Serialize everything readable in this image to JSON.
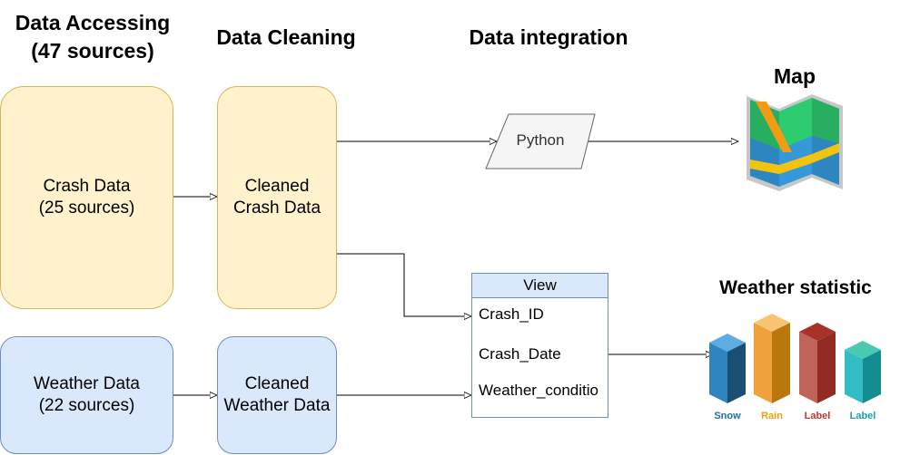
{
  "headings": {
    "accessing_line1": "Data Accessing",
    "accessing_line2": "(47 sources)",
    "cleaning": "Data Cleaning",
    "integration": "Data integration",
    "map": "Map",
    "weather_statistic": "Weather statistic"
  },
  "nodes": {
    "crash_data": {
      "line1": "Crash Data",
      "line2": "(25 sources)"
    },
    "weather_data": {
      "line1": "Weather Data",
      "line2": "(22 sources)"
    },
    "cleaned_crash": {
      "line1": "Cleaned",
      "line2": "Crash Data"
    },
    "cleaned_weather": {
      "line1": "Cleaned",
      "line2": "Weather Data"
    },
    "python": "Python"
  },
  "view": {
    "title": "View",
    "fields": [
      "Crash_ID",
      "Crash_Date",
      "Weather_conditio"
    ]
  },
  "bars": [
    {
      "label": "Snow",
      "label_color": "#1f6f9e",
      "color": "#3a8fb7"
    },
    {
      "label": "Rain",
      "label_color": "#f39c12",
      "color": "#f0a23a"
    },
    {
      "label": "Label",
      "label_color": "#c0392b",
      "color": "#c0645a"
    },
    {
      "label": "Label",
      "label_color": "#1aa0a8",
      "color": "#33bcc4"
    }
  ],
  "colors": {
    "yellow_fill": "#fff2cc",
    "yellow_stroke": "#d6b656",
    "blue_fill": "#dae8fc",
    "blue_stroke": "#6c8ebf"
  }
}
